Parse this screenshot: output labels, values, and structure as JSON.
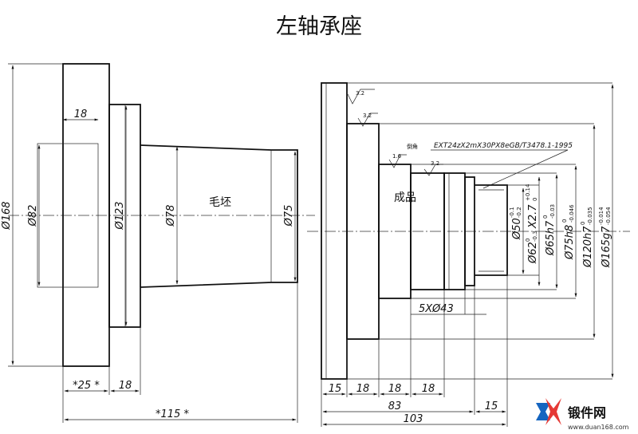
{
  "title": "左轴承座",
  "blank": {
    "label": "毛坯",
    "dims": {
      "d168": "Ø168",
      "d82": "Ø82",
      "d123": "Ø123",
      "d78": "Ø78",
      "d75": "Ø75",
      "w18_top": "18",
      "w25": "*25 *",
      "w18_bottom": "18",
      "w115": "*115 *"
    }
  },
  "finished": {
    "label": "成品",
    "thread_note": "EXT24zX2mX30PX8eGB/T3478.1-1995",
    "chamfer_note": "倒角",
    "roughness": {
      "r1": "3.2",
      "r2": "3.2",
      "r3": "1.6",
      "r4": "3.2"
    },
    "dims": {
      "d50": "Ø50",
      "d50_tol_upper": "-0.1",
      "d50_tol_lower": "-0.2",
      "d62": "Ø62",
      "d62_tol_upper": "0",
      "d62_tol_lower": "-0.3",
      "d62_extra": "X2.7",
      "d62_extra_tol_upper": "+0.14",
      "d62_extra_tol_lower": "0",
      "d65": "Ø65h7",
      "d65_tol_upper": "0",
      "d65_tol_lower": "-0.03",
      "d75": "Ø75h8",
      "d75_tol_upper": "0",
      "d75_tol_lower": "-0.046",
      "d120": "Ø120h7",
      "d120_tol_upper": "0",
      "d120_tol_lower": "-0.035",
      "d165": "Ø165g7",
      "d165_tol_upper": "-0.014",
      "d165_tol_lower": "-0.054",
      "groove": "5XØ43",
      "w15a": "15",
      "w18a": "18",
      "w18b": "18",
      "w18c": "18",
      "w15b": "15",
      "len83": "83",
      "len103": "103"
    }
  },
  "logo": {
    "brand": "锻件网",
    "url": "www.duan168.com",
    "colors": {
      "red": "#e53935",
      "blue": "#1565c0"
    }
  }
}
